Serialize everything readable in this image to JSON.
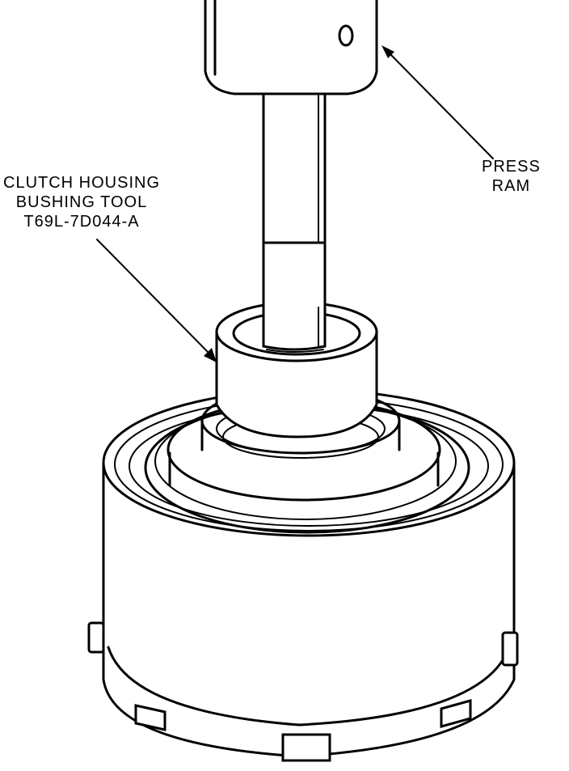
{
  "labels": {
    "press_ram": [
      "PRESS",
      "RAM"
    ],
    "tool": [
      "CLUTCH HOUSING",
      "BUSHING TOOL",
      "T69L-7D044-A"
    ]
  }
}
